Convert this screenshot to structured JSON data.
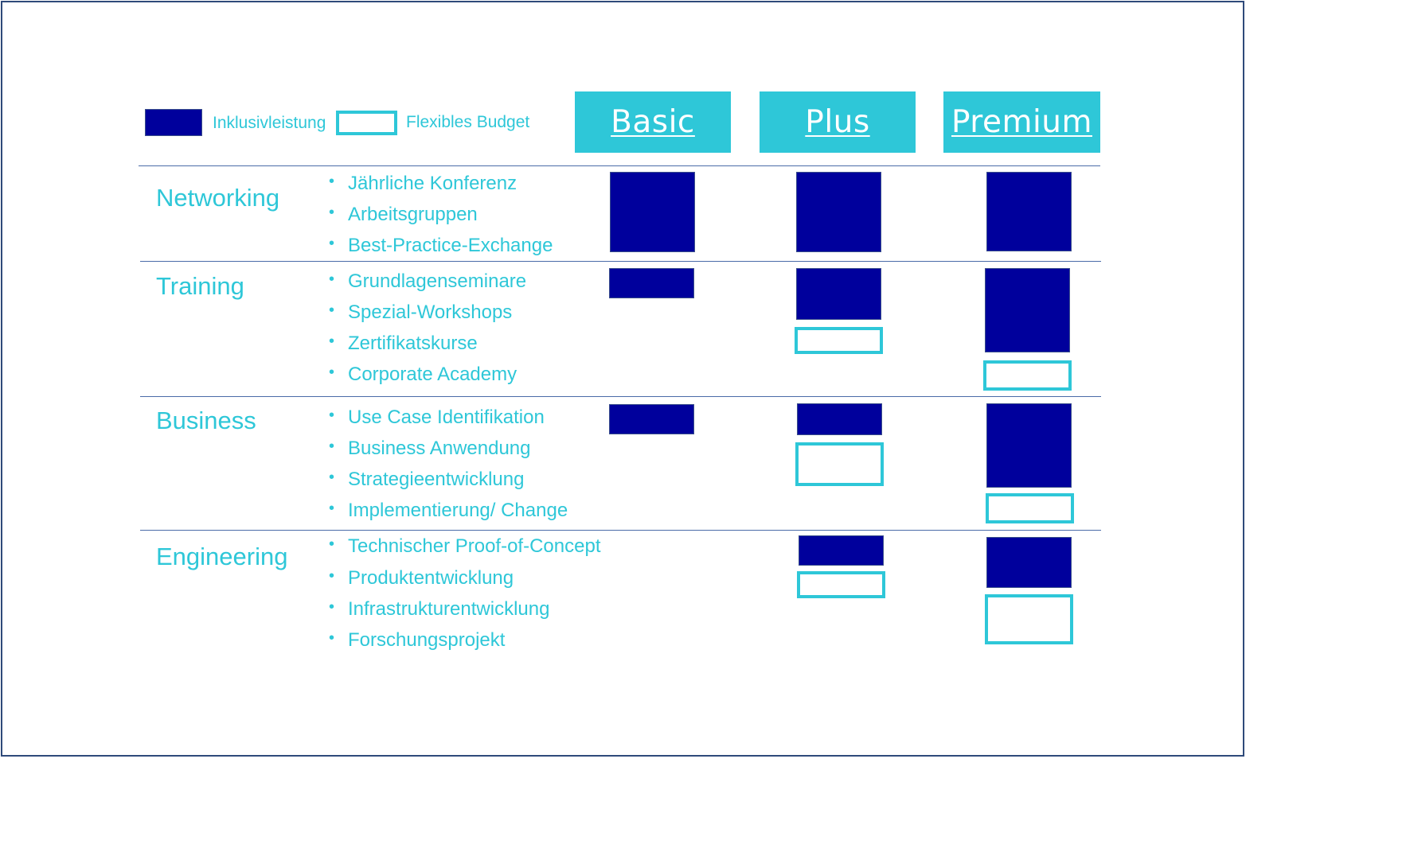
{
  "legend": {
    "inclusive": "Inklusivleistung",
    "flexible": "Flexibles Budget"
  },
  "tiers": [
    "Basic",
    "Plus",
    "Premium"
  ],
  "categories": [
    {
      "name": "Networking",
      "items": [
        "Jährliche Konferenz",
        "Arbeitsgruppen",
        "Best-Practice-Exchange"
      ]
    },
    {
      "name": "Training",
      "items": [
        "Grundlagenseminare",
        "Spezial-Workshops",
        "Zertifikatskurse",
        "Corporate Academy"
      ]
    },
    {
      "name": "Business",
      "items": [
        "Use Case Identifikation",
        "Business Anwendung",
        "Strategieentwicklung",
        "Implementierung/ Change"
      ]
    },
    {
      "name": "Engineering",
      "items": [
        "Technischer Proof-of-Concept",
        "Produktentwicklung",
        "Infrastrukturentwicklung",
        "Forschungsprojekt"
      ]
    }
  ],
  "colors": {
    "inclusive": "#00009c",
    "flexible_border": "#2ec7d8",
    "accent": "#2ec7d8",
    "divider": "#4a6ba8"
  }
}
